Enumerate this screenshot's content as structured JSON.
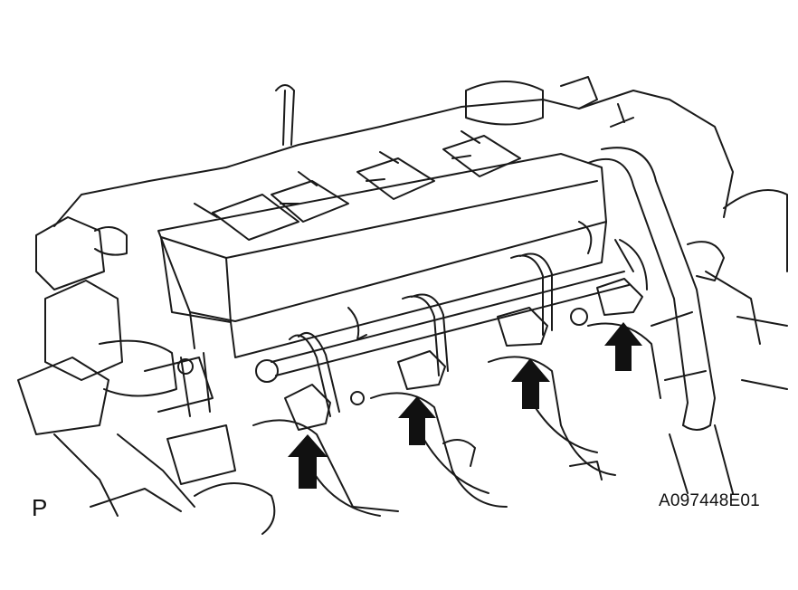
{
  "figure": {
    "position_label": "P",
    "figure_code": "A097448E01",
    "line_color": "#1a1a1a",
    "arrow_color": "#111111",
    "arrow_count": 4,
    "subject_icon": "engine-fuel-injector-illustration"
  }
}
